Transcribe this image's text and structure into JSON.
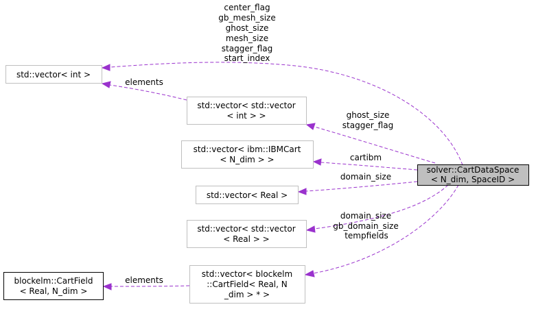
{
  "nodes": {
    "vec_int": {
      "lines": [
        "std::vector< int >"
      ]
    },
    "vec_vec_int": {
      "lines": [
        "std::vector< std::vector",
        "< int > >"
      ]
    },
    "vec_ibm": {
      "lines": [
        "std::vector< ibm::IBMCart",
        "< N_dim > >"
      ]
    },
    "vec_real": {
      "lines": [
        "std::vector< Real >"
      ]
    },
    "vec_vec_real": {
      "lines": [
        "std::vector< std::vector",
        "< Real > >"
      ]
    },
    "vec_cartfield": {
      "lines": [
        "std::vector< blockelm",
        "::CartField< Real, N",
        "_dim > * >"
      ]
    },
    "cartfield": {
      "lines": [
        "blockelm::CartField",
        "< Real, N_dim >"
      ]
    },
    "cartdataspace": {
      "lines": [
        "solver::CartDataSpace",
        "< N_dim, SpaceID >"
      ]
    }
  },
  "edges": {
    "e_int": {
      "labels": [
        "center_flag",
        "gb_mesh_size",
        "ghost_size",
        "mesh_size",
        "stagger_flag",
        "start_index"
      ]
    },
    "e_vecvec_int": {
      "labels": [
        "ghost_size",
        "stagger_flag"
      ]
    },
    "e_elements_int": {
      "labels": [
        "elements"
      ]
    },
    "e_ibm": {
      "labels": [
        "cartibm"
      ]
    },
    "e_real": {
      "labels": [
        "domain_size"
      ]
    },
    "e_vecvec_real": {
      "labels": [
        "domain_size",
        "gb_domain_size"
      ]
    },
    "e_cartfield": {
      "labels": [
        "tempfields"
      ]
    },
    "e_elements_cf": {
      "labels": [
        "elements"
      ]
    }
  },
  "colors": {
    "edge": "#9a32cd",
    "focus_fill": "#bfbfbf",
    "border_light": "#bfbfbf",
    "border_dark": "#000000"
  }
}
